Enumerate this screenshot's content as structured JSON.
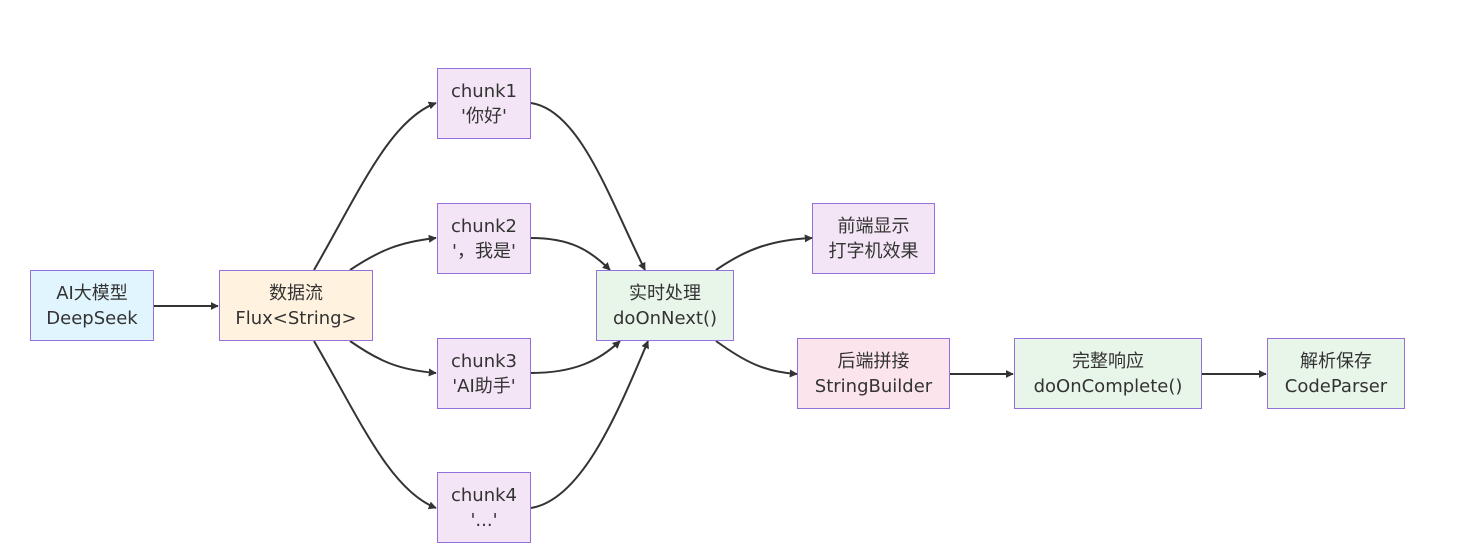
{
  "colors": {
    "blue_fill": "#e1f5fe",
    "orange_fill": "#fff3e0",
    "purple_fill": "#f3e5f5",
    "green_fill": "#e8f5e9",
    "pink_fill": "#fce4ec",
    "node_border": "#9370db",
    "edge": "#333333",
    "text": "#333333"
  },
  "nodes": [
    {
      "id": "ai",
      "line1": "AI大模型",
      "line2": "DeepSeek"
    },
    {
      "id": "flux",
      "line1": "数据流",
      "line2": "Flux<String>"
    },
    {
      "id": "chunk1",
      "line1": "chunk1",
      "line2": "'你好'"
    },
    {
      "id": "chunk2",
      "line1": "chunk2",
      "line2": "'，我是'"
    },
    {
      "id": "chunk3",
      "line1": "chunk3",
      "line2": "'AI助手'"
    },
    {
      "id": "chunk4",
      "line1": "chunk4",
      "line2": "'...'"
    },
    {
      "id": "realtime",
      "line1": "实时处理",
      "line2": "doOnNext()"
    },
    {
      "id": "frontend",
      "line1": "前端显示",
      "line2": "打字机效果"
    },
    {
      "id": "backend",
      "line1": "后端拼接",
      "line2": "StringBuilder"
    },
    {
      "id": "complete",
      "line1": "完整响应",
      "line2": "doOnComplete()"
    },
    {
      "id": "parse",
      "line1": "解析保存",
      "line2": "CodeParser"
    }
  ],
  "edges": [
    {
      "from": "ai",
      "to": "flux"
    },
    {
      "from": "flux",
      "to": "chunk1"
    },
    {
      "from": "flux",
      "to": "chunk2"
    },
    {
      "from": "flux",
      "to": "chunk3"
    },
    {
      "from": "flux",
      "to": "chunk4"
    },
    {
      "from": "chunk1",
      "to": "realtime"
    },
    {
      "from": "chunk2",
      "to": "realtime"
    },
    {
      "from": "chunk3",
      "to": "realtime"
    },
    {
      "from": "chunk4",
      "to": "realtime"
    },
    {
      "from": "realtime",
      "to": "frontend"
    },
    {
      "from": "realtime",
      "to": "backend"
    },
    {
      "from": "backend",
      "to": "complete"
    },
    {
      "from": "complete",
      "to": "parse"
    }
  ]
}
